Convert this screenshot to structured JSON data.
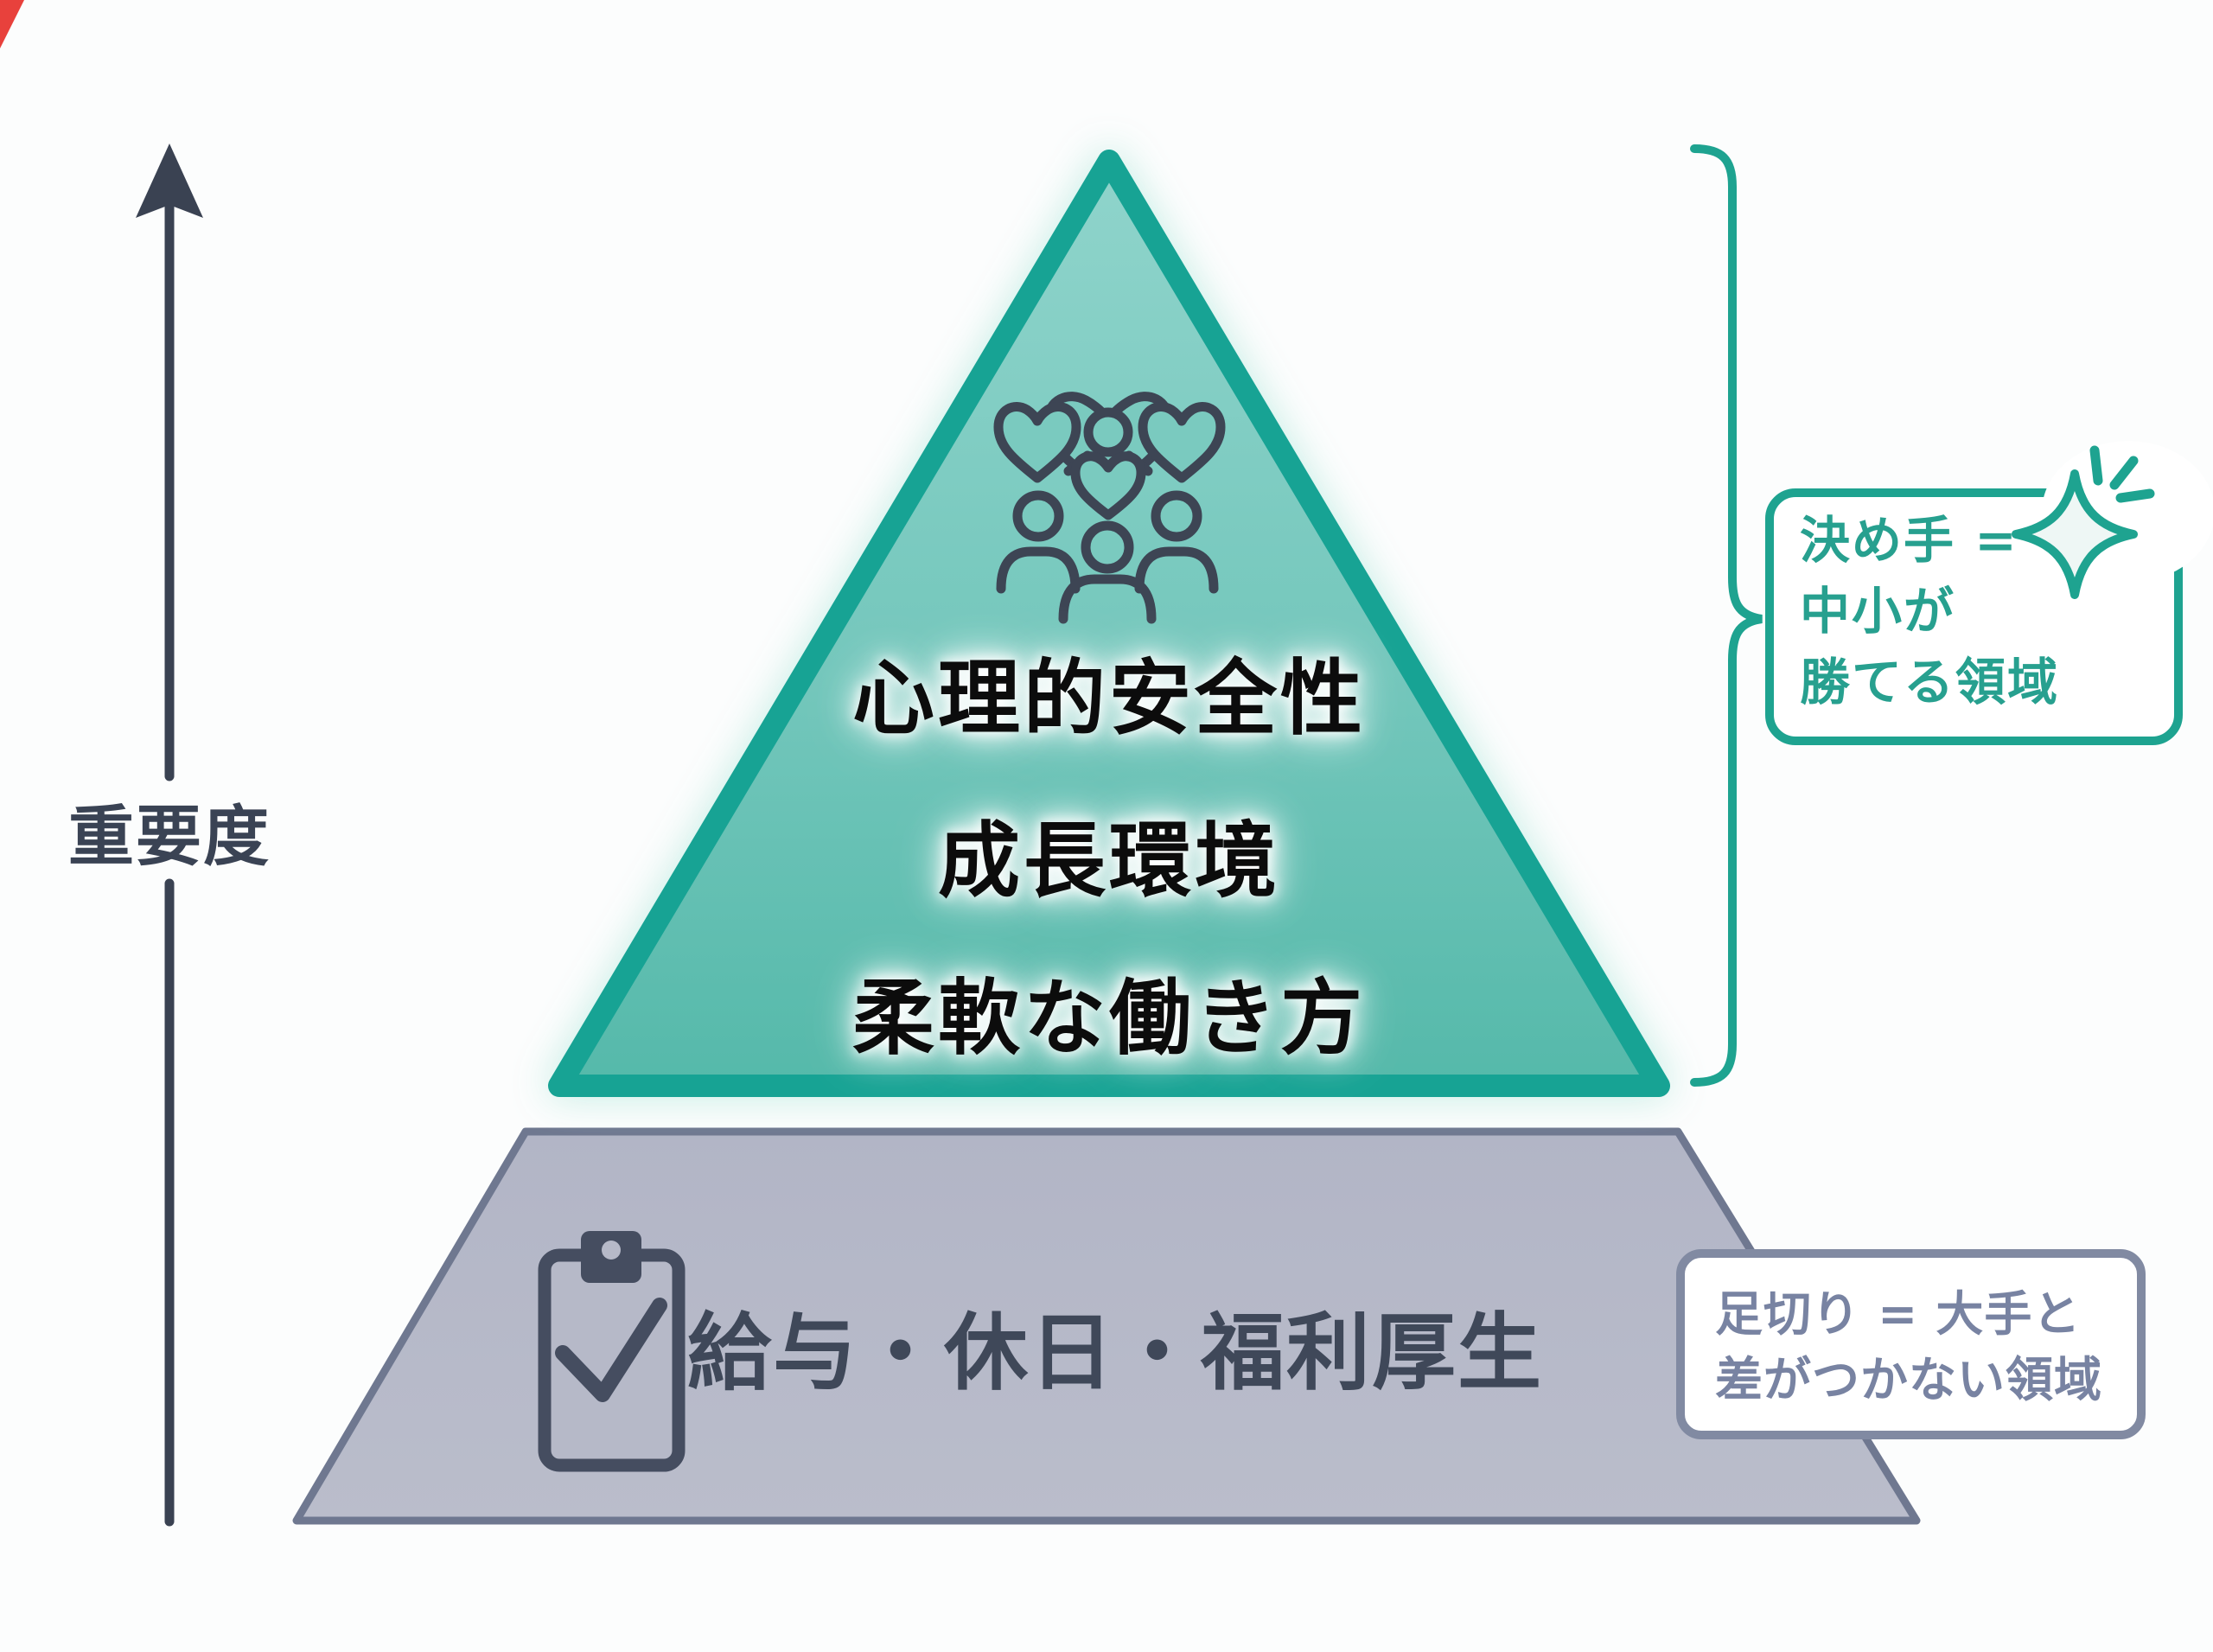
{
  "diagram": {
    "axis": {
      "label": "重要度"
    },
    "top_tier": {
      "icon": "team-hearts-icon",
      "lines": [
        "心理的安全性",
        "成長環境",
        "柔軟な働き方"
      ]
    },
    "base_tier": {
      "icon": "clipboard-check-icon",
      "label": "給与・休日・福利厚生"
    },
    "top_note": {
      "icon": "sparkle-icon",
      "lines": [
        "決め手 =",
        "中小が",
        "勝てる領域"
      ]
    },
    "base_note": {
      "lines": [
        "足切り = 大手と",
        "差がつかない領域"
      ]
    },
    "colors": {
      "teal_accent": "#1ea390",
      "teal_fill_light": "#8fd4cb",
      "teal_fill_dark": "#55b9aa",
      "slate_dark": "#3c4454",
      "gray_fill": "#b6b9c8",
      "gray_border": "#6f7890",
      "note_gray_text": "#7883a2",
      "triangle_text": "#0c0c0c",
      "corner_mark_red": "#e8413c"
    }
  }
}
